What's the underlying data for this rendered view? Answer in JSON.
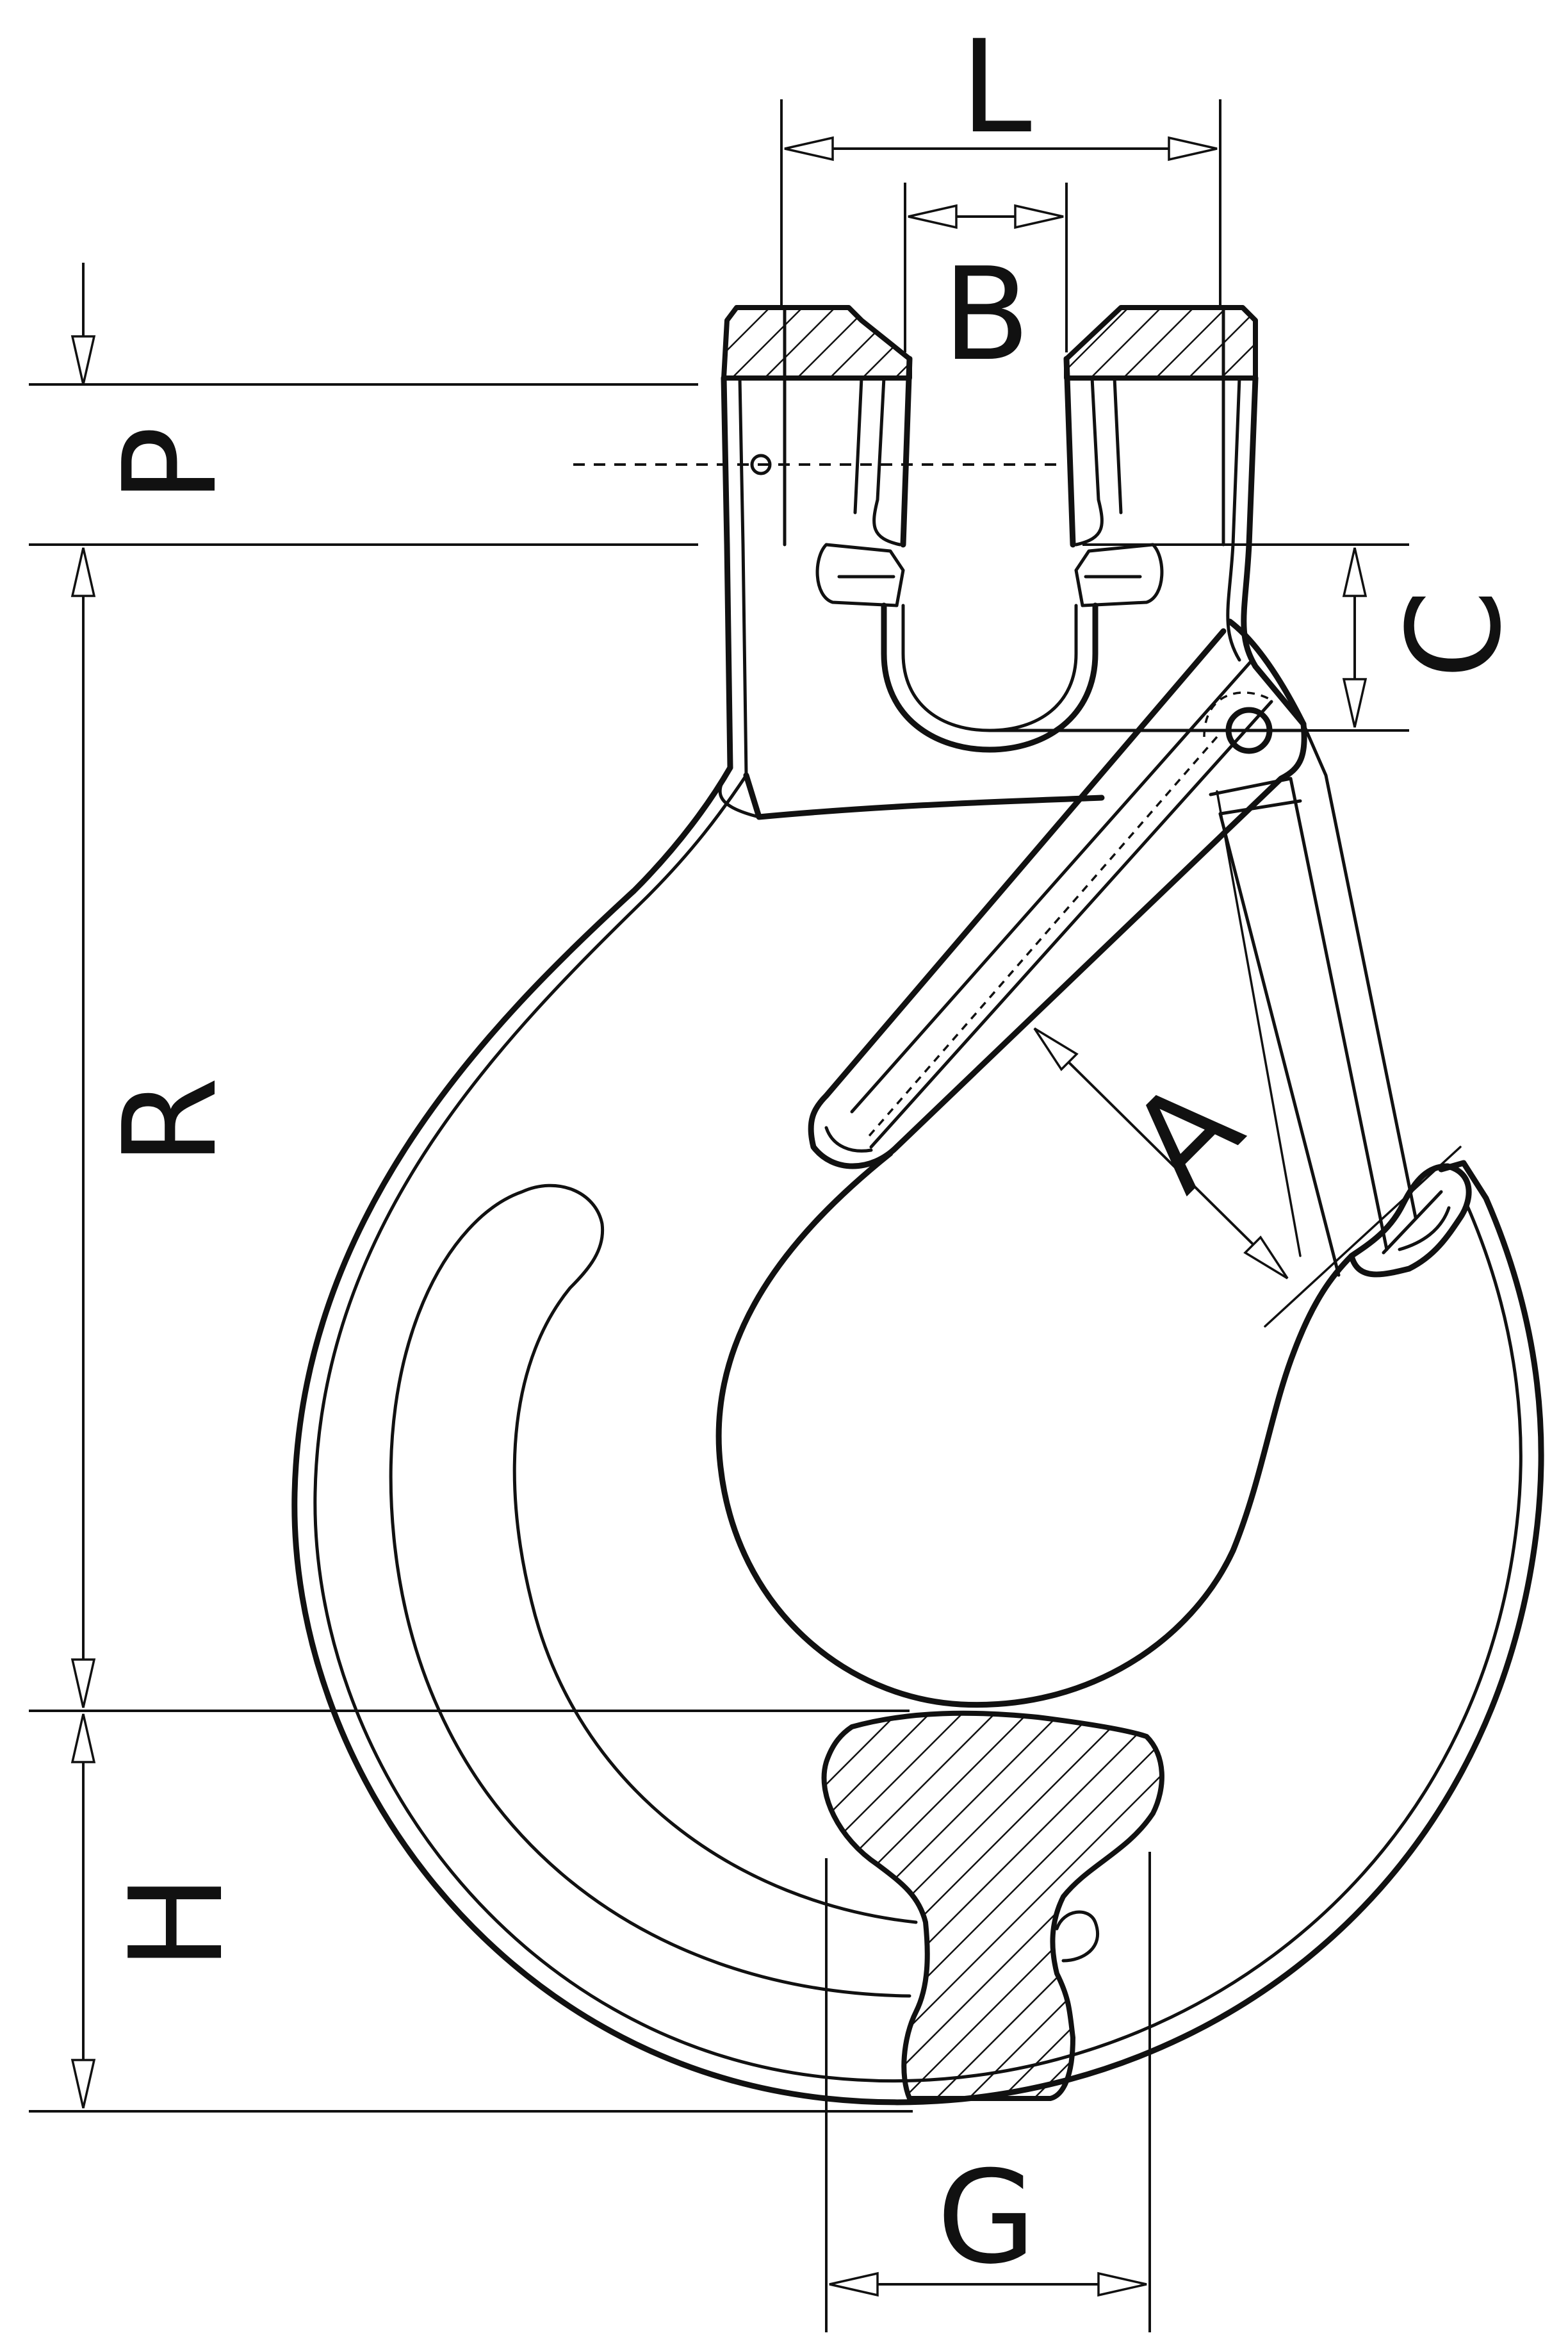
{
  "labels": {
    "L": "L",
    "B": "B",
    "P": "P",
    "C": "C",
    "R": "R",
    "A": "A",
    "H": "H",
    "G": "G"
  },
  "colors": {
    "line": "#111111",
    "background": "#ffffff"
  }
}
